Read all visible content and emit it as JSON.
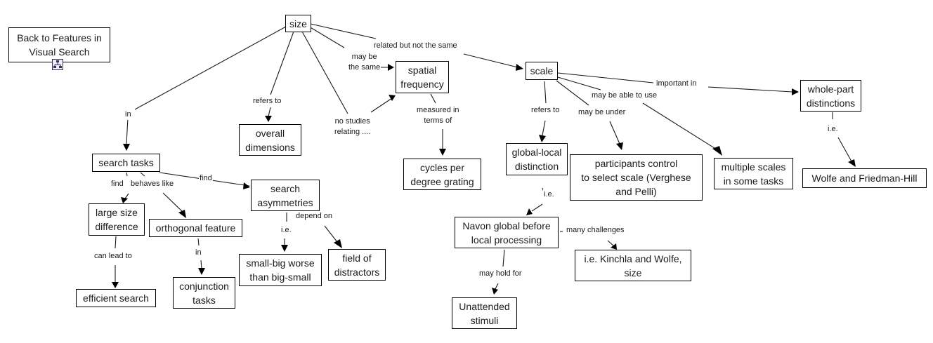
{
  "title": "size",
  "nodes": {
    "back": "Back to Features in\nVisual Search",
    "size": "size",
    "spatial": "spatial\nfrequency",
    "scale": "scale",
    "whole": "whole-part\ndistinctions",
    "overall": "overall\ndimensions",
    "search_tasks": "search tasks",
    "asym": "search\nasymmetries",
    "cycles": "cycles per\ndegree grating",
    "global": "global-local\ndistinction",
    "participants": "participants control\nto select scale (Verghese\nand Pelli)",
    "multiple": "multiple scales\nin some tasks",
    "wolfe": "Wolfe and Friedman-Hill",
    "large": "large size\ndifference",
    "ortho": "orthogonal feature",
    "smallbig": "small-big worse\nthan big-small",
    "field": "field of\ndistractors",
    "navon": "Navon global before\nlocal processing",
    "kinchla": "i.e. Kinchla and Wolfe,\nsize",
    "efficient": "efficient search",
    "conj": "conjunction\ntasks",
    "unattended": "Unattended\nstimuli"
  },
  "links": {
    "related": "related but not the same",
    "maybe_same": "may be\nthe same",
    "in": "in",
    "refers1": "refers to",
    "nostudies": "no studies\nrelating ....",
    "measured": "measured in\nterms of",
    "refers2": "refers to",
    "maybe_under": "may be under",
    "able": "may be able to use",
    "important": "important in",
    "ie1": "i.e.",
    "find1": "find",
    "behaves": "behaves like",
    "find2": "find",
    "depend": "depend on",
    "ie2": "i.e.",
    "ie3": "i.e.",
    "canlead": "can lead to",
    "in2": "in",
    "holdfor": "may hold for",
    "challenges": "many challenges"
  },
  "icons": {
    "submap": "concept-map-link-icon"
  }
}
